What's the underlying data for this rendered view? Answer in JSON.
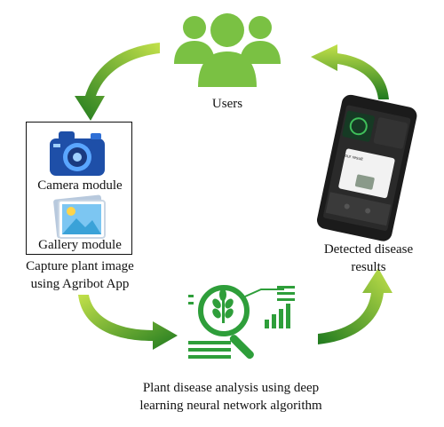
{
  "users_label": "Users",
  "detected_label_1": "Detected disease",
  "detected_label_2": "results",
  "camera_label": "Camera module",
  "gallery_label": "Gallery module",
  "capture_label_1": "Capture plant image",
  "capture_label_2": "using Agribot App",
  "analysis_label_1": "Plant disease analysis using deep",
  "analysis_label_2": "learning neural network algorithm",
  "phone_result_title": "Your result",
  "colors": {
    "arrow_light": "#c3e14a",
    "arrow_dark": "#1f7a1f",
    "users_green": "#7ac143",
    "analysis_green": "#2e9e3a",
    "camera_blue": "#1e4fa8",
    "phone_body": "#1b1b1b"
  },
  "icons": [
    "users-icon",
    "camera-icon",
    "gallery-icon",
    "phone-icon",
    "plant-analysis-icon"
  ]
}
